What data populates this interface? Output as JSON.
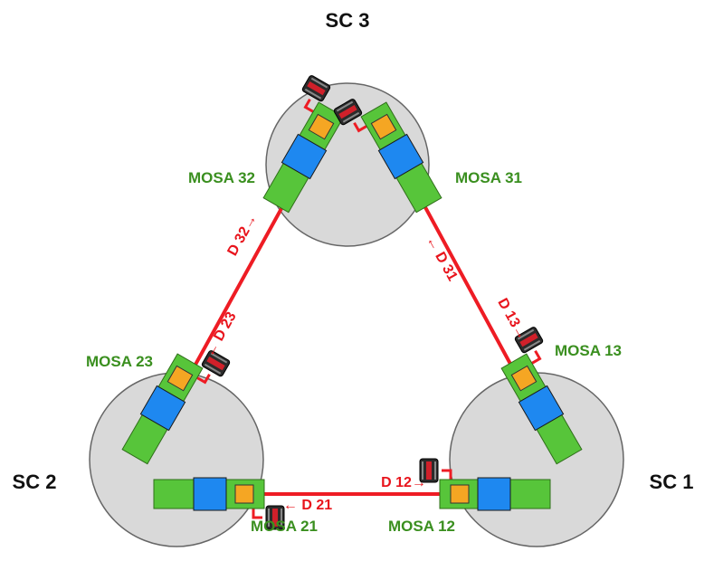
{
  "colors": {
    "spacecraft_fill": "#d9d9d9",
    "spacecraft_stroke": "#666666",
    "laser_link": "#ee1c24",
    "mosa_fill": "#57c53a",
    "mosa_label": "#3a8f1f",
    "telescope_block": "#1e88f0",
    "optical_bench_block": "#f5a623",
    "laser_source": "#2b2b2b",
    "link_label": "#e8141c"
  },
  "spacecraft": [
    {
      "id": "sc3",
      "label": "SC 3"
    },
    {
      "id": "sc2",
      "label": "SC 2"
    },
    {
      "id": "sc1",
      "label": "SC 1"
    }
  ],
  "mosas": [
    {
      "id": "m32",
      "label": "MOSA 32",
      "icon": "optical-assembly-icon"
    },
    {
      "id": "m31",
      "label": "MOSA 31",
      "icon": "optical-assembly-icon"
    },
    {
      "id": "m23",
      "label": "MOSA 23",
      "icon": "optical-assembly-icon"
    },
    {
      "id": "m13",
      "label": "MOSA 13",
      "icon": "optical-assembly-icon"
    },
    {
      "id": "m21",
      "label": "MOSA 21",
      "icon": "optical-assembly-icon"
    },
    {
      "id": "m12",
      "label": "MOSA 12",
      "icon": "optical-assembly-icon"
    }
  ],
  "links": [
    {
      "id": "d32",
      "label": "D 32→"
    },
    {
      "id": "d23",
      "label": "← D 23"
    },
    {
      "id": "d31",
      "label": "← D 31"
    },
    {
      "id": "d13",
      "label": "D 13→"
    },
    {
      "id": "d12",
      "label": "D 12→"
    },
    {
      "id": "d21",
      "label": "← D 21"
    }
  ]
}
